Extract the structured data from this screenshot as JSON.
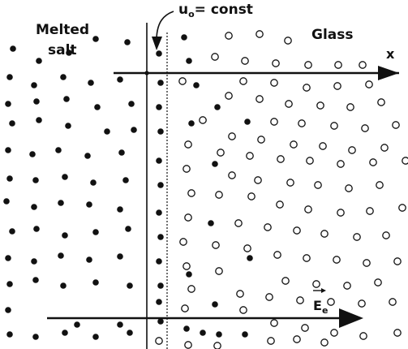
{
  "labels": {
    "melted_line1": "Melted",
    "melted_line2": "salt",
    "glass": "Glass",
    "u0_main": "u",
    "u0_sub": "o",
    "u0_rest": "= const",
    "x_axis": "x",
    "field_main": "E",
    "field_sub": "e"
  },
  "legend_meaning": {
    "filled_circle": "ion from melted salt",
    "open_circle": "ion in glass"
  },
  "colors": {
    "ink": "#111111",
    "background": "#ffffff"
  }
}
